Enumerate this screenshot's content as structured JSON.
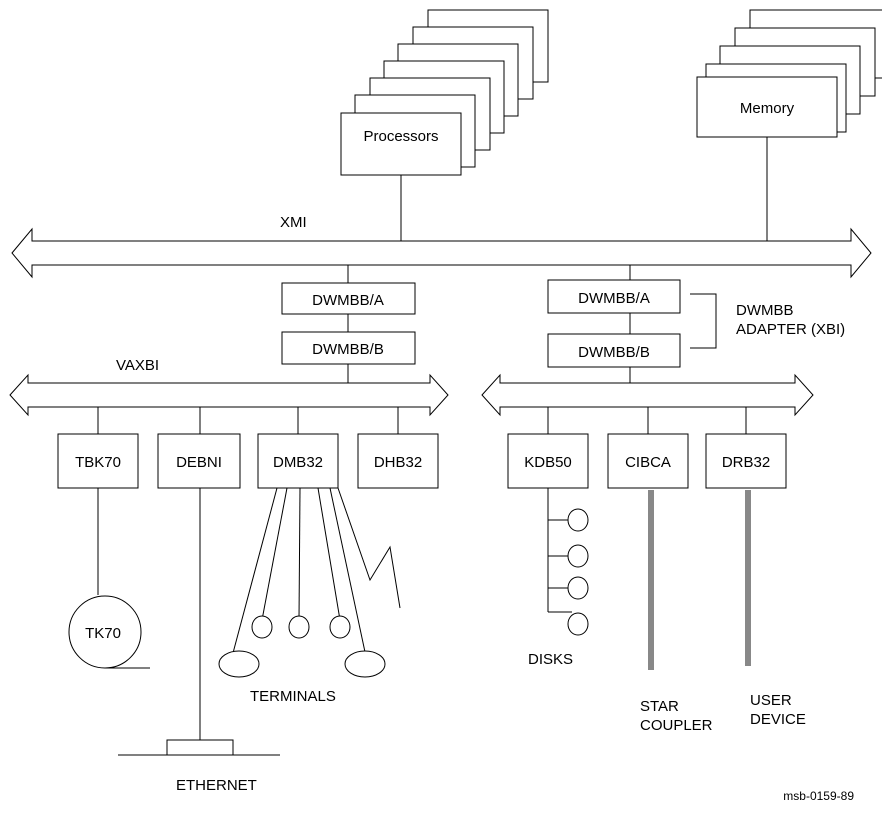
{
  "buses": {
    "xmi": "XMI",
    "vaxbi": "VAXBI"
  },
  "boxes": {
    "processors": "Processors",
    "memory": "Memory",
    "dwmbb_a_left": "DWMBB/A",
    "dwmbb_b_left": "DWMBB/B",
    "dwmbb_a_right": "DWMBB/A",
    "dwmbb_b_right": "DWMBB/B",
    "tbk70": "TBK70",
    "debni": "DEBNI",
    "dmb32": "DMB32",
    "dhb32": "DHB32",
    "kdb50": "KDB50",
    "cibca": "CIBCA",
    "drb32": "DRB32",
    "tk70": "TK70"
  },
  "labels": {
    "adapter_line1": "DWMBB",
    "adapter_line2": "ADAPTER (XBI)",
    "terminals": "TERMINALS",
    "disks": "DISKS",
    "ethernet": "ETHERNET",
    "star_line1": "STAR",
    "star_line2": "COUPLER",
    "user_line1": "USER",
    "user_line2": "DEVICE",
    "figure_id": "msb-0159-89"
  }
}
